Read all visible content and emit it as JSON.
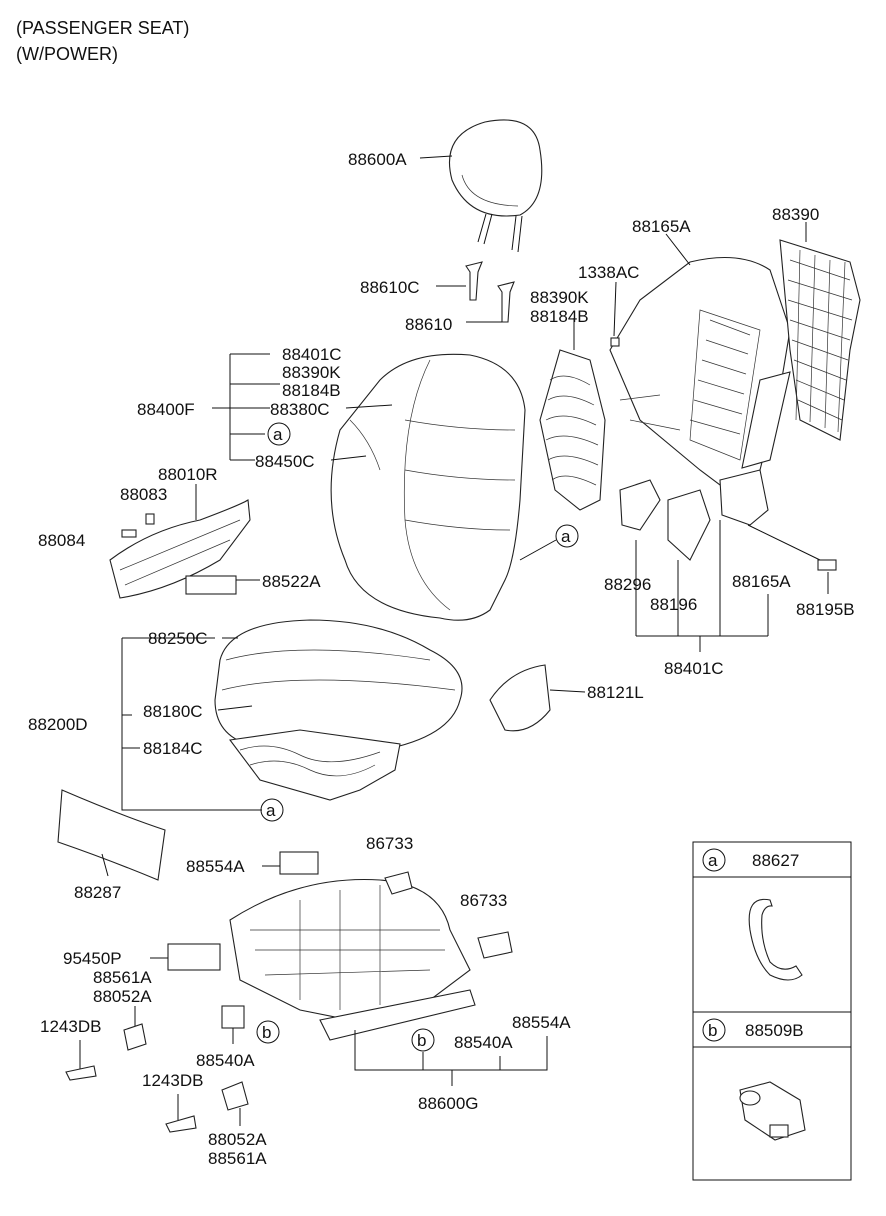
{
  "header": {
    "line1": "(PASSENGER SEAT)",
    "line2": "(W/POWER)"
  },
  "labels": {
    "l88600A": "88600A",
    "l88610C": "88610C",
    "l88610": "88610",
    "l88165A_top": "88165A",
    "l88390": "88390",
    "l1338AC": "1338AC",
    "l88390K_a": "88390K",
    "l88184B_a": "88184B",
    "l88401C_a": "88401C",
    "l88390K_b": "88390K",
    "l88184B_b": "88184B",
    "l88400F": "88400F",
    "l88380C": "88380C",
    "l88450C": "88450C",
    "l88010R": "88010R",
    "l88083": "88083",
    "l88084": "88084",
    "l88522A": "88522A",
    "l88296": "88296",
    "l88196": "88196",
    "l88165A_b": "88165A",
    "l88195B": "88195B",
    "l88401C_b": "88401C",
    "l88250C": "88250C",
    "l88200D": "88200D",
    "l88180C": "88180C",
    "l88184C": "88184C",
    "l88121L": "88121L",
    "l88287": "88287",
    "l88554A_a": "88554A",
    "l86733_a": "86733",
    "l86733_b": "86733",
    "l95450P": "95450P",
    "l88561A_a": "88561A",
    "l88052A_a": "88052A",
    "l1243DB_a": "1243DB",
    "l88540A_a": "88540A",
    "l1243DB_b": "1243DB",
    "l88052A_b": "88052A",
    "l88561A_b": "88561A",
    "l88554A_b": "88554A",
    "l88540A_b": "88540A",
    "l88600G": "88600G"
  },
  "callouts": {
    "a": "a",
    "b": "b"
  },
  "legend": {
    "a": {
      "letter": "a",
      "part": "88627"
    },
    "b": {
      "letter": "b",
      "part": "88509B"
    }
  }
}
